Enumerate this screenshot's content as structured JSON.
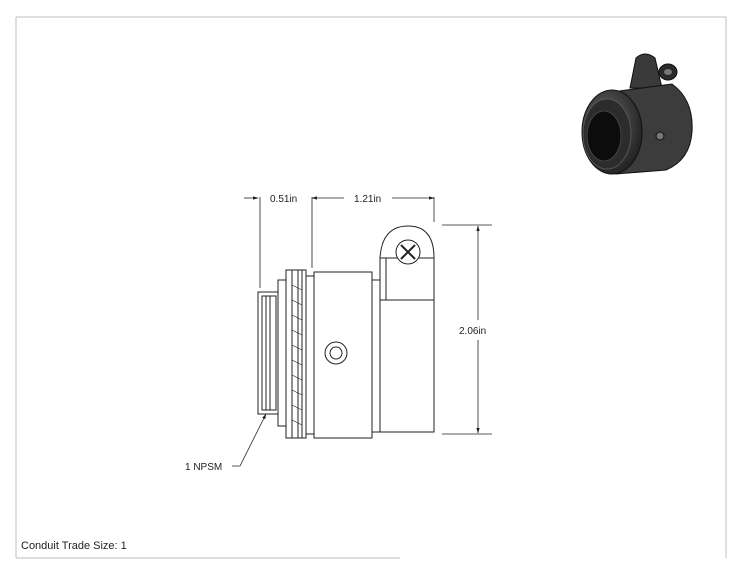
{
  "drawing": {
    "dimensions": {
      "hub_length": "0.51in",
      "body_length": "1.21in",
      "overall_height": "2.06in"
    },
    "thread_callout": "1 NPSM",
    "title_block": {
      "conduit_trade_size": "Conduit Trade Size: 1"
    }
  }
}
